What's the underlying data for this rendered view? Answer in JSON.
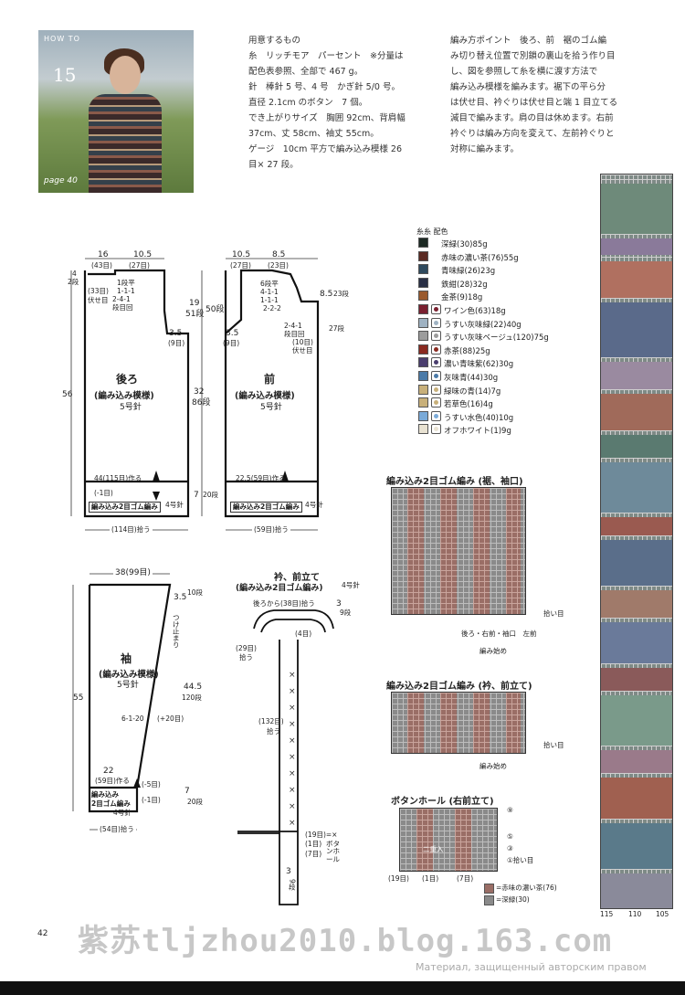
{
  "photo": {
    "howto": "HOW TO",
    "number": "15",
    "page_ref": "page 40"
  },
  "materials": {
    "heading": "用意するもの",
    "lines": [
      "糸　リッチモア　パーセント　※分量は",
      "配色表参照、全部で 467 g。",
      "針　棒針 5 号、4 号　かぎ針 5/0 号。",
      "直径 2.1cm のボタン　7 個。",
      "でき上がりサイズ　胸囲 92cm、背肩幅",
      "37cm、丈 58cm、袖丈 55cm。",
      "ゲージ　10cm 平方で編み込み模様 26",
      "目× 27 段。"
    ]
  },
  "points": {
    "lines": [
      "編み方ポイント　後ろ、前　裾のゴム編",
      "み切り替え位置で別鎖の裏山を拾う作り目",
      "し、図を参照して糸を横に渡す方法で",
      "編み込み模様を編みます。裾下の平ら分",
      "は伏せ目、衿ぐりは伏せ目と端 1 目立てる",
      "減目で編みます。肩の目は休めます。右前",
      "衿ぐりは編み方向を変えて、左前衿ぐりと",
      "対称に編みます。"
    ]
  },
  "legend": {
    "title": "糸糸 配色",
    "items": [
      {
        "label": "深緑(30)85g",
        "color": "#1d2a24",
        "symbol": false
      },
      {
        "label": "赤味の濃い茶(76)55g",
        "color": "#5a2a22",
        "symbol": false
      },
      {
        "label": "青味緑(26)23g",
        "color": "#2f4a5e",
        "symbol": false
      },
      {
        "label": "鉄紺(28)32g",
        "color": "#2a3046",
        "symbol": false
      },
      {
        "label": "金茶(9)18g",
        "color": "#9a5a2e",
        "symbol": false
      },
      {
        "label": "ワイン色(63)18g",
        "color": "#7a2030",
        "symbol": true
      },
      {
        "label": "うすい灰味緑(22)40g",
        "color": "#9fb2c2",
        "symbol": true
      },
      {
        "label": "うすい灰味ベージュ(120)75g",
        "color": "#9c9c9c",
        "symbol": true
      },
      {
        "label": "赤茶(88)25g",
        "color": "#8a2a20",
        "symbol": true
      },
      {
        "label": "濃い青味紫(62)30g",
        "color": "#4a3e6e",
        "symbol": true
      },
      {
        "label": "灰味青(44)30g",
        "color": "#4a7aa8",
        "symbol": true
      },
      {
        "label": "緑味の青(14)7g",
        "color": "#c8b07a",
        "symbol": true
      },
      {
        "label": "若草色(16)4g",
        "color": "#c8b07a",
        "symbol": true
      },
      {
        "label": "うすい水色(40)10g",
        "color": "#7aaad8",
        "symbol": true
      },
      {
        "label": "オフホワイト(1)9g",
        "color": "#e8e2d2",
        "symbol": true
      }
    ]
  },
  "back": {
    "title": "後ろ",
    "subtitle": "(編み込み模様)",
    "needle": "5号針",
    "top_left": "16",
    "top_left_sts": "(43目)",
    "top_right": "10.5",
    "top_right_sts": "(27目)",
    "shoulder_note1": "1段平",
    "shoulder_note2": "1-1-1",
    "shoulder_note3": "2-4-1",
    "shoulder_note4": "段目回",
    "left_sts": "(33目)",
    "left_note": "伏せ目",
    "height": "56",
    "armhole_h": "19",
    "armhole_rows": "51段",
    "top_h": "50段",
    "body_h": "32",
    "body_rows": "86段",
    "hem_h": "7",
    "hem_rows": "20段",
    "dec": "3.5",
    "dec_sts": "(9目)",
    "hem_width": "44(115目)作る",
    "hem_minus": "(-1目)",
    "hem_label": "編み込み2目ゴム編み",
    "hem_needle": "4号針",
    "bottom": "(114目)拾う",
    "small1": "4",
    "small2": "2段"
  },
  "front": {
    "title": "前",
    "subtitle": "(編み込み模様)",
    "needle": "5号針",
    "top_left": "10.5",
    "top_left_sts": "(27目)",
    "top_right": "8.5",
    "top_right_sts": "(23目)",
    "neck1": "6段平",
    "neck2": "4-1-1",
    "neck3": "1-1-1",
    "neck4": "2-2-2",
    "neck5": "2-4-1",
    "neck6": "段目回",
    "neck_sts": "(10目)",
    "neck_note": "伏せ目",
    "side_h": "8.5",
    "side_rows": "23段",
    "side_rows2": "27段",
    "dec": "3.5",
    "dec_sts": "(9目)",
    "hem_width": "22.5(59目)作る",
    "hem_label": "編み込み2目ゴム編み",
    "hem_needle": "4号針",
    "bottom": "(59目)拾う"
  },
  "sleeve": {
    "title": "袖",
    "subtitle": "(編み込み模様)",
    "needle": "5号針",
    "top": "38(99目)",
    "top_d": "3.5",
    "top_rows": "10段",
    "side_note1": "つけ止まり",
    "length": "55",
    "inc": "6-1-20",
    "inc_note": "(+20目)",
    "inc_h": "44.5",
    "inc_rows": "120段",
    "cuff_w": "22",
    "cuff_sts": "(59目)作る",
    "cuff_label1": "編み込み",
    "cuff_label2": "2目ゴム編み",
    "cuff_needle": "4号針",
    "cuff_minus": "(-5目)",
    "cuff_minus2": "(-1目)",
    "cuff_h": "7",
    "cuff_rows": "20段",
    "bottom": "(54目)拾う"
  },
  "collar": {
    "title": "衿、前立て",
    "subtitle": "(編み込み2目ゴム編み)",
    "needle": "4号針",
    "back_pick": "後ろから(38目)拾う",
    "side": "3",
    "side_rows": "9段",
    "s1": "(4目)",
    "s2": "(29目)",
    "s2b": "拾う",
    "s3": "(132目)",
    "s3b": "拾う",
    "b1": "(19目)=×",
    "b2": "(1目)",
    "b3": "(7目)",
    "buttonhole": "ボタンホール",
    "bottom_h": "3",
    "bottom_rows": "9段"
  },
  "charts": {
    "c1_title": "編み込み2目ゴム編み (裾、袖口)",
    "c1_pick": "拾い目",
    "c1_marks": "後ろ・右前・袖口　左前",
    "c1_start": "編み始め",
    "c2_title": "編み込み2目ゴム編み (衿、前立て)",
    "c2_pick": "拾い目",
    "c2_start": "編み始め",
    "c3_title": "ボタンホール (右前立て)",
    "c3_n1": "⑨",
    "c3_n2": "⑤",
    "c3_n3": "③",
    "c3_n4": "①拾い目",
    "c3_b1": "(19目)",
    "c3_b2": "(1目)",
    "c3_b3": "(7目)",
    "c3_leg1": "=赤味の濃い茶(76)",
    "c3_leg2": "=深緑(30)",
    "c3_note": "二重入"
  },
  "fairisle": {
    "axis": [
      "115",
      "110",
      "105"
    ]
  },
  "footer": {
    "page": "42",
    "watermark": "紫苏tljzhou2010.blog.163.com",
    "copyright": "Материал, защищенный авторским правом"
  }
}
